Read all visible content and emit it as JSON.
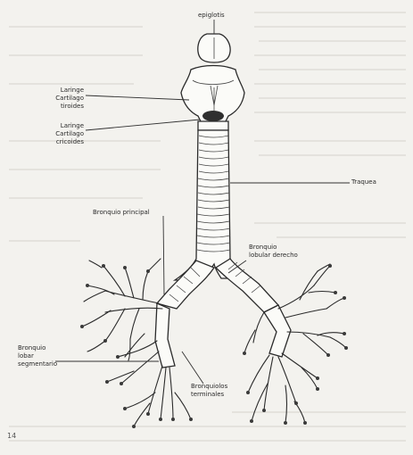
{
  "labels": {
    "top": "epiglotis",
    "upper_left_1": "Laringe",
    "upper_left_2": "Cartilago tiroides",
    "mid_left_1": "Laringe",
    "mid_left_2": "Cartilago cricoides",
    "right_trachea": "Traquea",
    "left_bronchus": "Bronquio principal",
    "right_bronchus_1": "Bronquio",
    "right_bronchus_2": "lobular derecho",
    "lower_left_1": "Bronquio",
    "lower_left_2": "lobar",
    "lower_left_3": "segmentario",
    "bottom_center_1": "Bronquiolos",
    "bottom_center_2": "terminales",
    "page_number": "14"
  }
}
